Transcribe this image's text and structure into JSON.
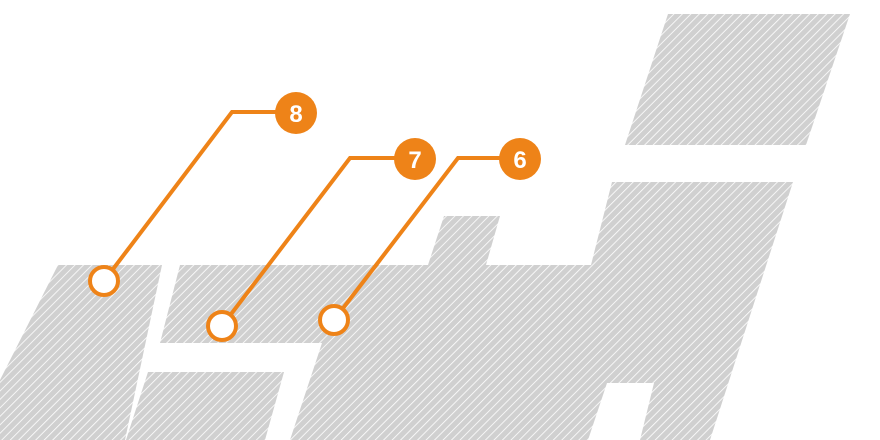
{
  "colors": {
    "accent": "#ee8318",
    "hatch_fill": "#d0d0d0",
    "hatch_line": "#ffffff",
    "marker_fill": "#ffffff",
    "background": "#ffffff"
  },
  "callouts": [
    {
      "number": "8"
    },
    {
      "number": "7"
    },
    {
      "number": "6"
    }
  ]
}
